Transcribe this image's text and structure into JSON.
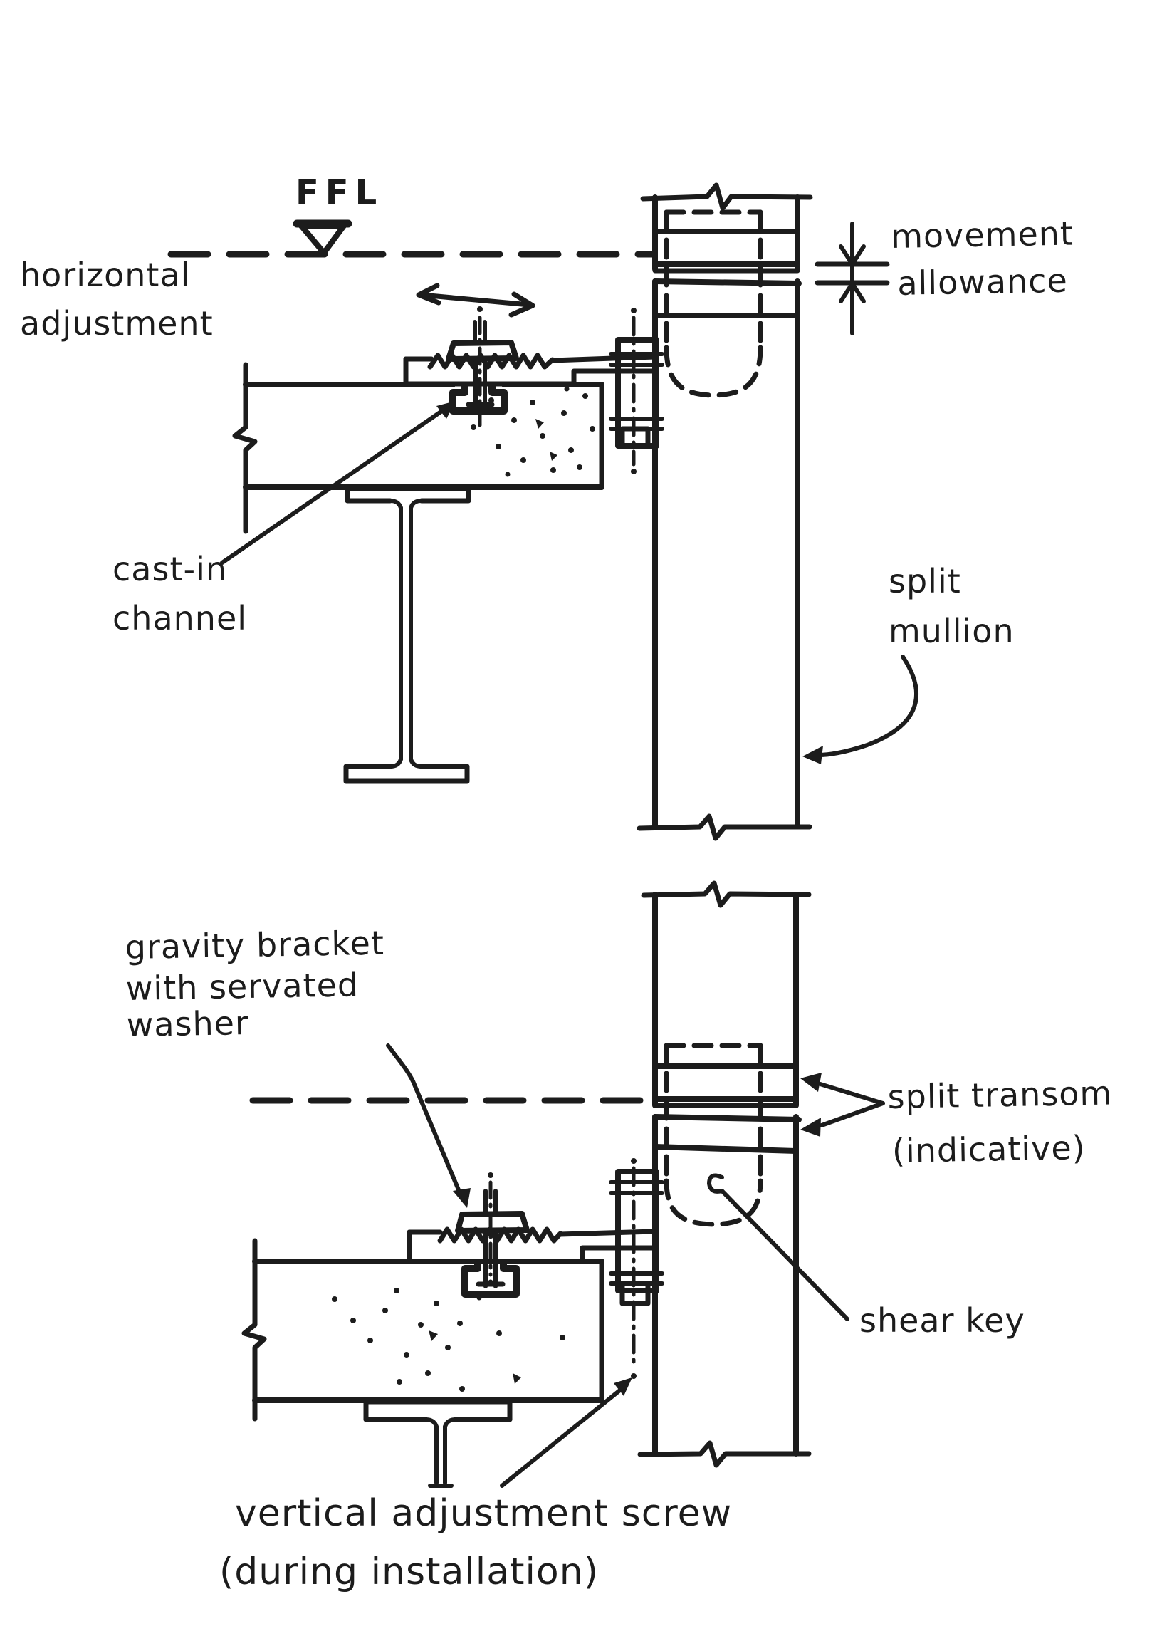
{
  "title": "Hand sketch - split mullion fixing detail at floor slab",
  "colors": {
    "ink": "#1c1c1c",
    "paper": "#ffffff"
  },
  "labels": {
    "ffl": "FFL",
    "horizontal_adjustment": {
      "line1": "horizontal",
      "line2": "adjustment"
    },
    "movement_allowance": {
      "line1": "movement",
      "line2": "allowance"
    },
    "cast_in_channel": {
      "line1": "cast-in",
      "line2": "channel"
    },
    "split_mullion": {
      "line1": "split",
      "line2": "mullion"
    },
    "gravity_bracket": {
      "line1": "gravity bracket",
      "line2": "with servated",
      "line3": "washer"
    },
    "split_transom": {
      "line1": "split transom",
      "line2": "(indicative)"
    },
    "shear_key": "shear key",
    "vertical_adjustment_screw": {
      "line1": "vertical adjustment screw",
      "line2": "(during installation)"
    }
  }
}
